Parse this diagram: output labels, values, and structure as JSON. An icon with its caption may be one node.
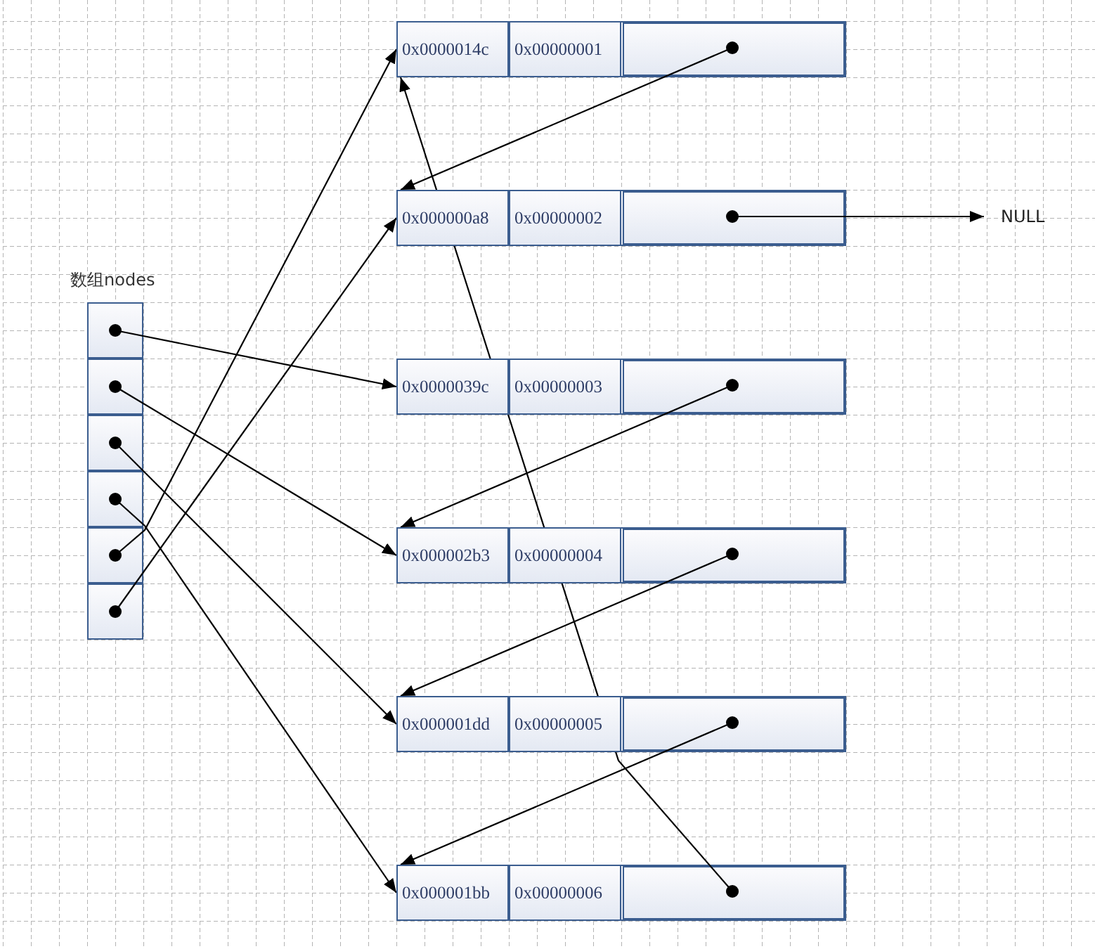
{
  "diagram": {
    "nodes": [
      {
        "text": [
          "数组nodes"
        ]
      },
      {
        "text": [],
        "shape": "box",
        "in": 0
      },
      {
        "text": [],
        "shape": "box",
        "in": 0
      },
      {
        "text": [],
        "shape": "box",
        "in": 0
      },
      {
        "text": [],
        "shape": "box",
        "in": 0
      },
      {
        "text": [],
        "shape": "box",
        "in": 0
      },
      {
        "text": [],
        "shape": "box",
        "in": 0
      },
      {
        "text": [
          "0x0000014c",
          "0x00000001"
        ]
      },
      {
        "text": [],
        "shape": "box",
        "in": 7
      },
      {
        "text": [
          "0x000000a8",
          "0x00000002"
        ]
      },
      {
        "text": [],
        "shape": "box",
        "in": 9
      },
      {
        "text": [
          "0x0000039c",
          "0x00000003"
        ]
      },
      {
        "text": [],
        "shape": "box",
        "in": 11
      },
      {
        "text": [
          "0x000002b3",
          "0x00000004"
        ]
      },
      {
        "text": [],
        "shape": "box",
        "in": 13
      },
      {
        "text": [
          "0x000001dd",
          "0x00000005"
        ]
      },
      {
        "text": [],
        "shape": "box",
        "in": 15
      },
      {
        "text": [
          "0x000001bb",
          "0x00000006"
        ]
      },
      {
        "text": [],
        "shape": "box",
        "in": 17
      },
      {
        "text": [
          "NULL"
        ]
      }
    ],
    "edges": [
      {
        "from": 1,
        "to": 11,
        "arrow": "to"
      },
      {
        "from": 2,
        "to": 13,
        "arrow": "to"
      },
      {
        "from": 3,
        "to": 15,
        "arrow": "to"
      },
      {
        "from": 4,
        "to": 17,
        "arrow": "to"
      },
      {
        "from": 5,
        "to": 7,
        "arrow": "to"
      },
      {
        "from": 6,
        "to": 9,
        "arrow": "to"
      },
      {
        "from": 8,
        "to": 9,
        "arrow": "to"
      },
      {
        "from": 10,
        "to": 19,
        "arrow": "to"
      },
      {
        "from": 12,
        "to": 13,
        "arrow": "to"
      },
      {
        "from": 14,
        "to": 15,
        "arrow": "to"
      },
      {
        "from": 16,
        "to": 17,
        "arrow": "to"
      },
      {
        "from": 18,
        "to": 7,
        "arrow": "to"
      }
    ]
  }
}
